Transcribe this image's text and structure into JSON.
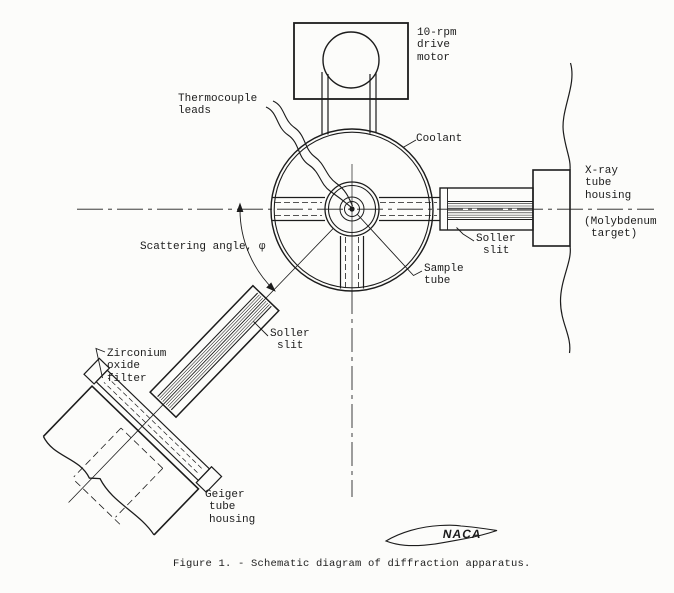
{
  "figure": {
    "caption": "Figure 1. - Schematic diagram of diffraction apparatus."
  },
  "labels": {
    "drive_motor": [
      "10-rpm",
      "drive",
      "motor"
    ],
    "thermocouple": [
      "Thermocouple",
      "leads"
    ],
    "coolant": "Coolant",
    "xray_housing": [
      "X-ray",
      "tube",
      "housing"
    ],
    "molybdenum": [
      "(Molybdenum",
      "target)"
    ],
    "soller_slit_right": [
      "Soller",
      "slit"
    ],
    "sample_tube": [
      "Sample",
      "tube"
    ],
    "scattering_angle": "Scattering angle, φ",
    "soller_slit_lower": [
      "Soller",
      "slit"
    ],
    "zirconium_filter": [
      "Zirconium",
      "oxide",
      "filter"
    ],
    "geiger_housing": [
      "Geiger",
      "tube",
      "housing"
    ],
    "naca_logo": "NACA"
  },
  "colors": {
    "ink": "#1c1c1c",
    "paper": "#fcfcfa"
  }
}
